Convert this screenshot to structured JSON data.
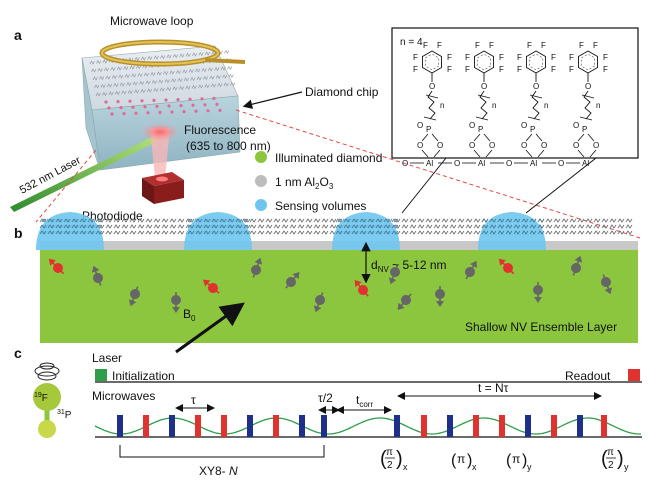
{
  "panel_a": {
    "letter": "a",
    "microwave_loop": "Microwave loop",
    "diamond_chip": "Diamond chip",
    "fluorescence_line1": "Fluorescence",
    "fluorescence_line2": "(635 to 800 nm)",
    "laser": "532 nm Laser",
    "photodiode": "Photodiode",
    "legend": [
      {
        "label": "Illuminated diamond",
        "color": "#8cc63f"
      },
      {
        "label_main": "1 nm Al",
        "label_sub": "2",
        "label_main2": "O",
        "label_sub2": "3",
        "color": "#bdbdbd"
      },
      {
        "label": "Sensing volumes",
        "color": "#6ec6ef"
      }
    ],
    "chem": {
      "n_eq": "n = 4",
      "n_label": "n",
      "F": "F",
      "O": "O",
      "P": "P",
      "Al": "Al"
    }
  },
  "panel_b": {
    "letter": "b",
    "depth_main": "d",
    "depth_sub": "NV",
    "depth_value": " ~ 5-12 nm",
    "field_main": "B",
    "field_sub": "0",
    "layer_label": "Shallow NV Ensemble Layer"
  },
  "panel_c": {
    "letter": "c",
    "atom_F_sup": "19",
    "atom_F": "F",
    "atom_P_sup": "31",
    "atom_P": "P",
    "laser_title": "Laser",
    "initialization": "Initialization",
    "readout": "Readout",
    "microwaves_title": "Microwaves",
    "tau": "τ",
    "tau_half": "τ/2",
    "t_main": "t",
    "t_sub": "corr",
    "total_time": "t = Nτ",
    "xy8_main": "XY8- ",
    "xy8_N": "N",
    "pulses": [
      {
        "name": "π",
        "frac": true,
        "sub": "x"
      },
      {
        "name": "π",
        "frac": false,
        "sub": "x"
      },
      {
        "name": "π",
        "frac": false,
        "sub": "y"
      },
      {
        "name": "π",
        "frac": true,
        "sub": "y"
      }
    ],
    "colors": {
      "init": "#2e9e4a",
      "readout": "#e0332f",
      "x_pulse": "#1f2f8c",
      "y_pulse": "#e0332f",
      "wave": "#2e9e4a"
    }
  }
}
